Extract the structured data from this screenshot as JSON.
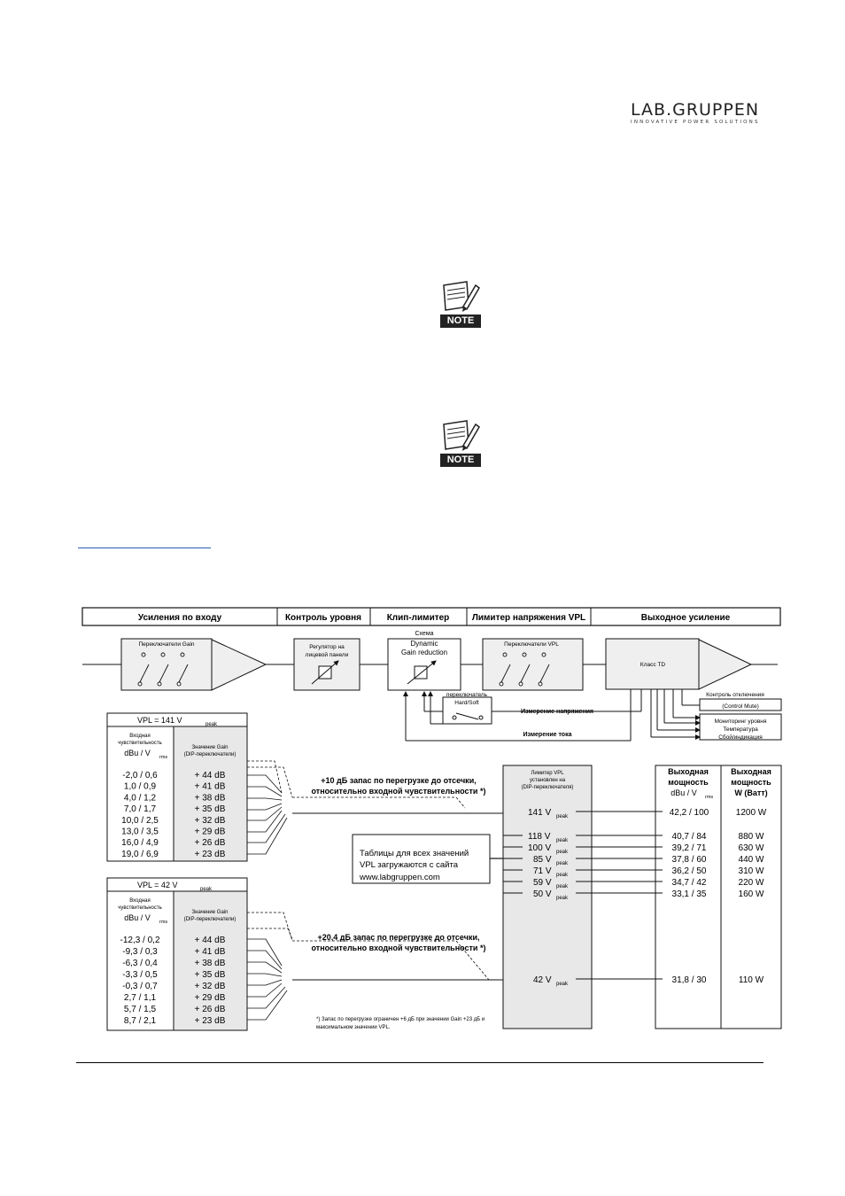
{
  "logo": {
    "main": "LAB.GRUPPEN",
    "sub": "INNOVATIVE POWER SOLUTIONS"
  },
  "notes": [
    {
      "label": "NOTE"
    },
    {
      "label": "NOTE"
    }
  ],
  "diagram": {
    "sections": [
      "Усиления по входу",
      "Контроль уровня",
      "Клип-лимитер",
      "Лимитер напряжения VPL",
      "Выходное усиление"
    ],
    "gain_switches": "Переключатели Gain",
    "level_ctrl": [
      "Регулятор на",
      "лицевой панели"
    ],
    "clip_limiter": [
      "Схема",
      "Dynamic",
      "Gain reduction"
    ],
    "vpl_switches": "Переключатели VPL",
    "class_td": "Класс TD",
    "hardsoft": [
      "переключатель",
      "Hard/Soft"
    ],
    "voltage_meas": "Измерение напряжения",
    "current_meas": "Измерение тока",
    "mute_ctrl": "Контроль отключения",
    "mute_box": "(Control Mute)",
    "monitoring": [
      "Мониторинг уровня",
      "Температура",
      "Сбой/индикация"
    ],
    "table_a": {
      "vpl_prefix": "VPL    =   141 V",
      "vpl_sub": "peak",
      "input_head": [
        "Входная",
        "чувствительность"
      ],
      "units_main": "dBu / V",
      "units_sub": "rms",
      "gain_head": [
        "Значение Gain",
        "(DIP-переключатели)"
      ],
      "rows": [
        [
          "-2,0 / 0,6",
          "+ 44 dB"
        ],
        [
          "1,0 / 0,9",
          "+ 41 dB"
        ],
        [
          "4,0 / 1,2",
          "+ 38 dB"
        ],
        [
          "7,0 / 1,7",
          "+ 35 dB"
        ],
        [
          "10,0 / 2,5",
          "+ 32 dB"
        ],
        [
          "13,0 / 3,5",
          "+ 29 dB"
        ],
        [
          "16,0 / 4,9",
          "+ 26 dB"
        ],
        [
          "19,0 / 6,9",
          "+ 23 dB"
        ]
      ]
    },
    "table_b": {
      "vpl_prefix": "VPL    =   42 V",
      "vpl_sub": "peak",
      "input_head": [
        "Входная",
        "чувствительность"
      ],
      "units_main": "dBu / V",
      "units_sub": "rms",
      "gain_head": [
        "Значение Gain",
        "(DIP-переключатели)"
      ],
      "rows": [
        [
          "-12,3 / 0,2",
          "+ 44 dB"
        ],
        [
          "-9,3 / 0,3",
          "+ 41 dB"
        ],
        [
          "-6,3 / 0,4",
          "+ 38 dB"
        ],
        [
          "-3,3 / 0,5",
          "+ 35 dB"
        ],
        [
          "-0,3 / 0,7",
          "+ 32 dB"
        ],
        [
          "2,7 / 1,1",
          "+ 29 dB"
        ],
        [
          "5,7 / 1,5",
          "+ 26 dB"
        ],
        [
          "8,7 / 2,1",
          "+ 23 dB"
        ]
      ]
    },
    "margin_a": [
      "+10 дБ запас по перегрузке до отсечки,",
      "относительно входной чувствительности *)"
    ],
    "margin_b": [
      "+20,4 дБ запас по перегрузке до отсечки,",
      "относительно входной чувствительности *)"
    ],
    "info_box": [
      "Таблицы для всех значений",
      "VPL загружаются с сайта",
      "www.labgruppen.com"
    ],
    "vpl_limiter_head": [
      "Лимитер VPL",
      "установлен на",
      "(DIP-переключателя)"
    ],
    "vpl_values": [
      {
        "v": "141 V",
        "sub": "peak"
      },
      {
        "v": "118 V",
        "sub": "peak"
      },
      {
        "v": "100 V",
        "sub": "peak"
      },
      {
        "v": "85 V",
        "sub": "peak"
      },
      {
        "v": "71 V",
        "sub": "peak"
      },
      {
        "v": "59 V",
        "sub": "peak"
      },
      {
        "v": "50 V",
        "sub": "peak"
      },
      {
        "v": "42 V",
        "sub": "peak"
      }
    ],
    "out_head": [
      "Выходная",
      "мощность"
    ],
    "out_units_main": "dBu / V",
    "out_units_sub": "rms",
    "watt_head": [
      "Выходная",
      "мощность",
      "W (Ватт)"
    ],
    "outputs": [
      [
        "42,2 / 100",
        "1200 W"
      ],
      [
        "40,7 / 84",
        "880 W"
      ],
      [
        "39,2 / 71",
        "630 W"
      ],
      [
        "37,8 / 60",
        "440 W"
      ],
      [
        "36,2 / 50",
        "310 W"
      ],
      [
        "34,7 / 42",
        "220 W"
      ],
      [
        "33,1 / 35",
        "160 W"
      ],
      [
        "31,8 / 30",
        "110 W"
      ]
    ],
    "footnote": [
      "*) Запас по перегрузке ограничен +6 дБ при значении Gain +23 дБ и",
      "максимальном значении VPL."
    ]
  }
}
